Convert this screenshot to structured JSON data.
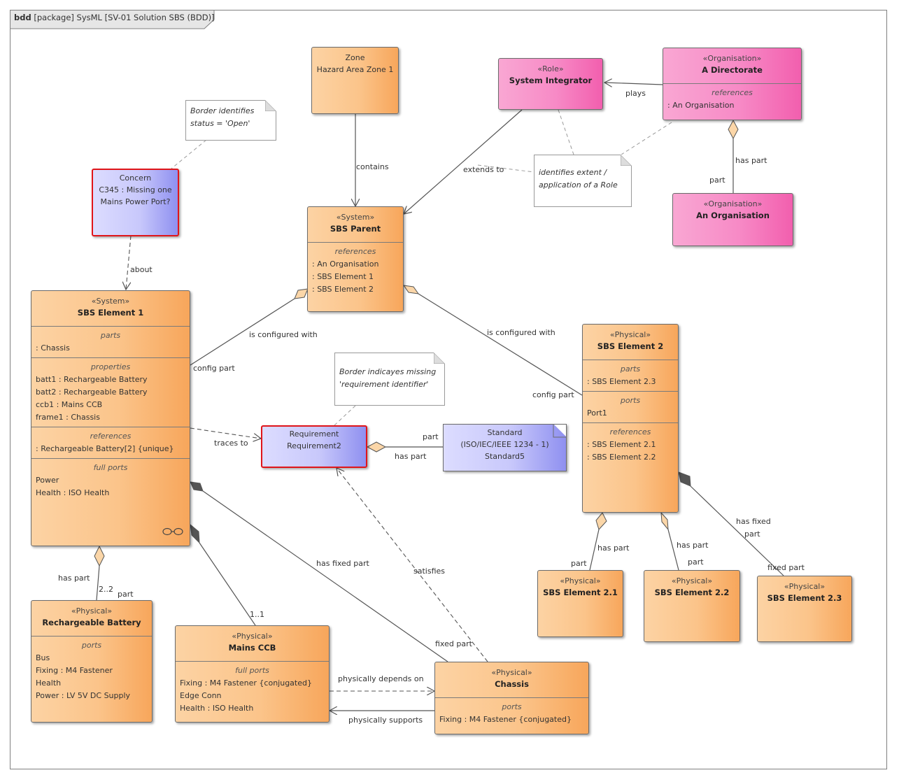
{
  "frame": {
    "kind": "bdd",
    "title": "[package] SysML [SV-01 Solution SBS (BDD)]"
  },
  "blocks": {
    "zone": {
      "lines": [
        "Zone",
        "Hazard Area Zone 1"
      ]
    },
    "role": {
      "stereotype": "«Role»",
      "name": "System Integrator"
    },
    "directorate": {
      "stereotype": "«Organisation»",
      "name": "A Directorate",
      "comp_title": "references",
      "items": [
        ": An Organisation"
      ]
    },
    "an_org": {
      "stereotype": "«Organisation»",
      "name": "An Organisation"
    },
    "concern": {
      "lines": [
        "Concern",
        "C345 : Missing one",
        "Mains Power Port?"
      ]
    },
    "sbs_parent": {
      "stereotype": "«System»",
      "name": "SBS Parent",
      "comp_title": "references",
      "items": [
        ": An Organisation",
        ": SBS Element 1",
        ": SBS Element 2"
      ]
    },
    "sbs_el1": {
      "stereotype": "«System»",
      "name": "SBS Element 1",
      "compartments": [
        {
          "title": "parts",
          "items": [
            ": Chassis"
          ]
        },
        {
          "title": "properties",
          "items": [
            "batt1 : Rechargeable Battery",
            "batt2 : Rechargeable Battery",
            "ccb1 : Mains CCB",
            "frame1 : Chassis"
          ]
        },
        {
          "title": "references",
          "items": [
            ": Rechargeable Battery[2] {unique}"
          ]
        },
        {
          "title": "full ports",
          "items": [
            "Power",
            "Health : ISO Health"
          ]
        }
      ]
    },
    "requirement": {
      "lines": [
        "Requirement",
        "Requirement2"
      ]
    },
    "standard": {
      "lines": [
        "Standard",
        "(ISO/IEC/IEEE 1234 - 1)",
        "Standard5"
      ]
    },
    "sbs_el2": {
      "stereotype": "«Physical»",
      "name": "SBS Element 2",
      "compartments": [
        {
          "title": "parts",
          "items": [
            ": SBS Element 2.3"
          ]
        },
        {
          "title": "ports",
          "items": [
            "Port1"
          ]
        },
        {
          "title": "references",
          "items": [
            ": SBS Element 2.1",
            ": SBS Element 2.2"
          ]
        }
      ]
    },
    "el21": {
      "stereotype": "«Physical»",
      "name": "SBS Element 2.1"
    },
    "el22": {
      "stereotype": "«Physical»",
      "name": "SBS Element 2.2"
    },
    "el23": {
      "stereotype": "«Physical»",
      "name": "SBS Element 2.3"
    },
    "battery": {
      "stereotype": "«Physical»",
      "name": "Rechargeable Battery",
      "comp_title": "ports",
      "items": [
        "Bus",
        "Fixing : M4 Fastener",
        "Health",
        "Power : LV  5V DC Supply"
      ]
    },
    "mains_ccb": {
      "stereotype": "«Physical»",
      "name": "Mains CCB",
      "comp_title": "full ports",
      "items": [
        "Fixing : M4 Fastener {conjugated}",
        "Edge Conn",
        "Health : ISO Health"
      ]
    },
    "chassis": {
      "stereotype": "«Physical»",
      "name": "Chassis",
      "comp_title": "ports",
      "items": [
        "Fixing : M4 Fastener {conjugated}"
      ]
    }
  },
  "notes": {
    "border_open": [
      "Border identifies",
      "status = 'Open'"
    ],
    "role_extent": [
      "identifies extent /",
      "application of a Role"
    ],
    "border_missing": [
      "Border indicayes missing",
      "'requirement identifier'"
    ]
  },
  "labels": {
    "plays": "plays",
    "contains": "contains",
    "extends_to": "extends to",
    "has_part_org": "has part",
    "part_org": "part",
    "about": "about",
    "is_configured_with_1": "is configured with",
    "config_part_1": "config part",
    "is_configured_with_2": "is configured with",
    "config_part_2": "config part",
    "traces_to": "traces to",
    "part_std": "part",
    "has_part_std": "has part",
    "has_part_21": "has part",
    "part_21": "part",
    "has_part_22": "has part",
    "part_22": "part",
    "has_fixed_part_23a": "has fixed",
    "has_fixed_part_23b": "part",
    "fixed_part_23": "fixed part",
    "has_part_batt": "has part",
    "mult_batt": "2..2",
    "part_batt": "part",
    "mult_ccb": "1..1",
    "has_fixed_part_chassis": "has fixed part",
    "satisfies": "satisfies",
    "fixed_part_chassis": "fixed part",
    "physically_depends_on": "physically depends on",
    "physically_supports": "physically supports"
  },
  "colors": {
    "block_orange": "#fbc48a",
    "block_pink": "#f78ac6",
    "block_blue": "#c8c8fb",
    "highlight_red": "#e0151a",
    "line": "#555555"
  }
}
